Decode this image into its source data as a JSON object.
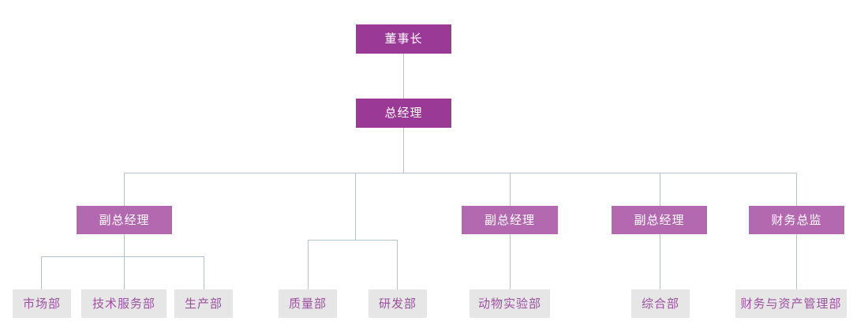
{
  "org": {
    "root": {
      "label": "董事长",
      "children": [
        {
          "label": "总经理",
          "children": [
            {
              "label": "副总经理",
              "children": [
                {
                  "label": "市场部"
                },
                {
                  "label": "技术服务部"
                },
                {
                  "label": "生产部"
                }
              ]
            },
            {
              "children": [
                {
                  "label": "质量部"
                },
                {
                  "label": "研发部"
                }
              ]
            },
            {
              "label": "副总经理",
              "children": [
                {
                  "label": "动物实验部"
                }
              ]
            },
            {
              "label": "副总经理",
              "children": [
                {
                  "label": "综合部"
                }
              ]
            },
            {
              "label": "财务总监",
              "children": [
                {
                  "label": "财务与资产管理部"
                }
              ]
            }
          ]
        }
      ]
    }
  },
  "colors": {
    "executive_box": "#9B3996",
    "manager_box": "#B269B0",
    "department_box": "#E6E6E6",
    "executive_text": "#FFFFFF",
    "department_text": "#9C50A0",
    "connector_line": "#B2C2CC",
    "background": "#FFFFFF"
  }
}
